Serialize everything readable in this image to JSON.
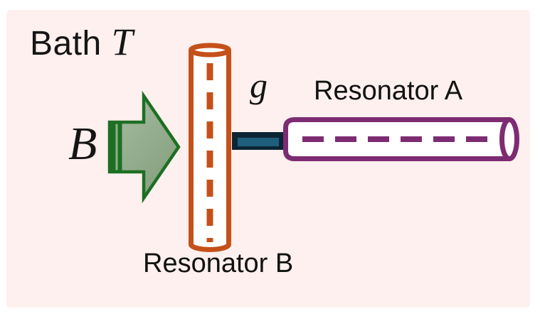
{
  "labels": {
    "bath": {
      "prefix": "Bath",
      "symbol": "T"
    },
    "field": {
      "symbol": "B"
    },
    "coupling": {
      "symbol": "g"
    },
    "resonator_a": "Resonator A",
    "resonator_b": "Resonator B"
  },
  "colors": {
    "canvas": "#ffffff",
    "panel": "#fdf0ee",
    "resonator_b_stroke": "#c4511a",
    "resonator_a_stroke": "#7d2c73",
    "cylinder_fill": "#ffffff",
    "arrow_outline": "#1e6f23",
    "arrow_fill_light": "#a9bda3",
    "arrow_fill_dark": "#84a07e",
    "arrow_stripe": "#8db287",
    "coupler_outer": "#0c2534",
    "coupler_inner": "#1f5f7e",
    "text": "#151515"
  },
  "icons": {
    "field_arrow": "block-arrow-right-icon",
    "resonator_b": "vertical-cylinder-icon",
    "resonator_a": "horizontal-cylinder-icon",
    "coupler": "coupling-bar-icon"
  }
}
